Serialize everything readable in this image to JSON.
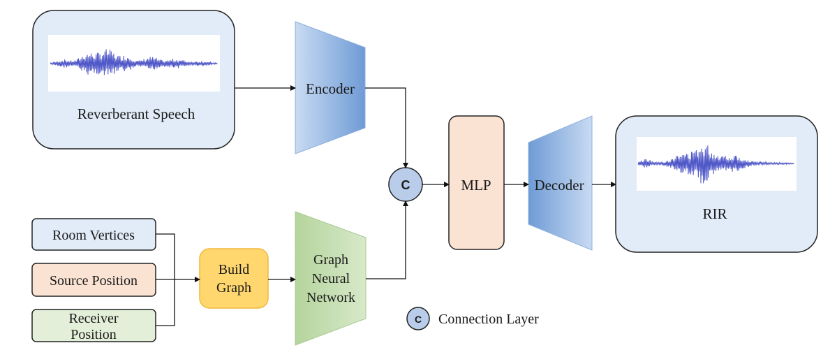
{
  "diagram": {
    "reverberant_speech": {
      "label": "Reverberant Speech"
    },
    "encoder": {
      "label": "Encoder"
    },
    "connection": {
      "symbol": "C"
    },
    "mlp": {
      "label": "MLP"
    },
    "decoder": {
      "label": "Decoder"
    },
    "rir": {
      "label": "RIR"
    },
    "room_vertices": {
      "label": "Room Vertices"
    },
    "source_position": {
      "label": "Source Position"
    },
    "receiver_position": {
      "line1": "Receiver",
      "line2": "Position"
    },
    "build_graph": {
      "line1": "Build",
      "line2": "Graph"
    },
    "gnn": {
      "line1": "Graph",
      "line2": "Neural",
      "line3": "Network"
    },
    "legend": {
      "symbol": "C",
      "label": "Connection Layer"
    }
  },
  "colors": {
    "panel_fill": "#e1ecf8",
    "encoder_blue": "#6f9bd6",
    "mlp_fill": "#fbe3d3",
    "source_fill": "#fbe3d3",
    "receiver_fill": "#e3efd9",
    "build_graph_fill": "#ffd76e",
    "gnn_green": "#c4deb0",
    "wave_color": "#5058c8",
    "connection_fill": "#b9cdea"
  }
}
